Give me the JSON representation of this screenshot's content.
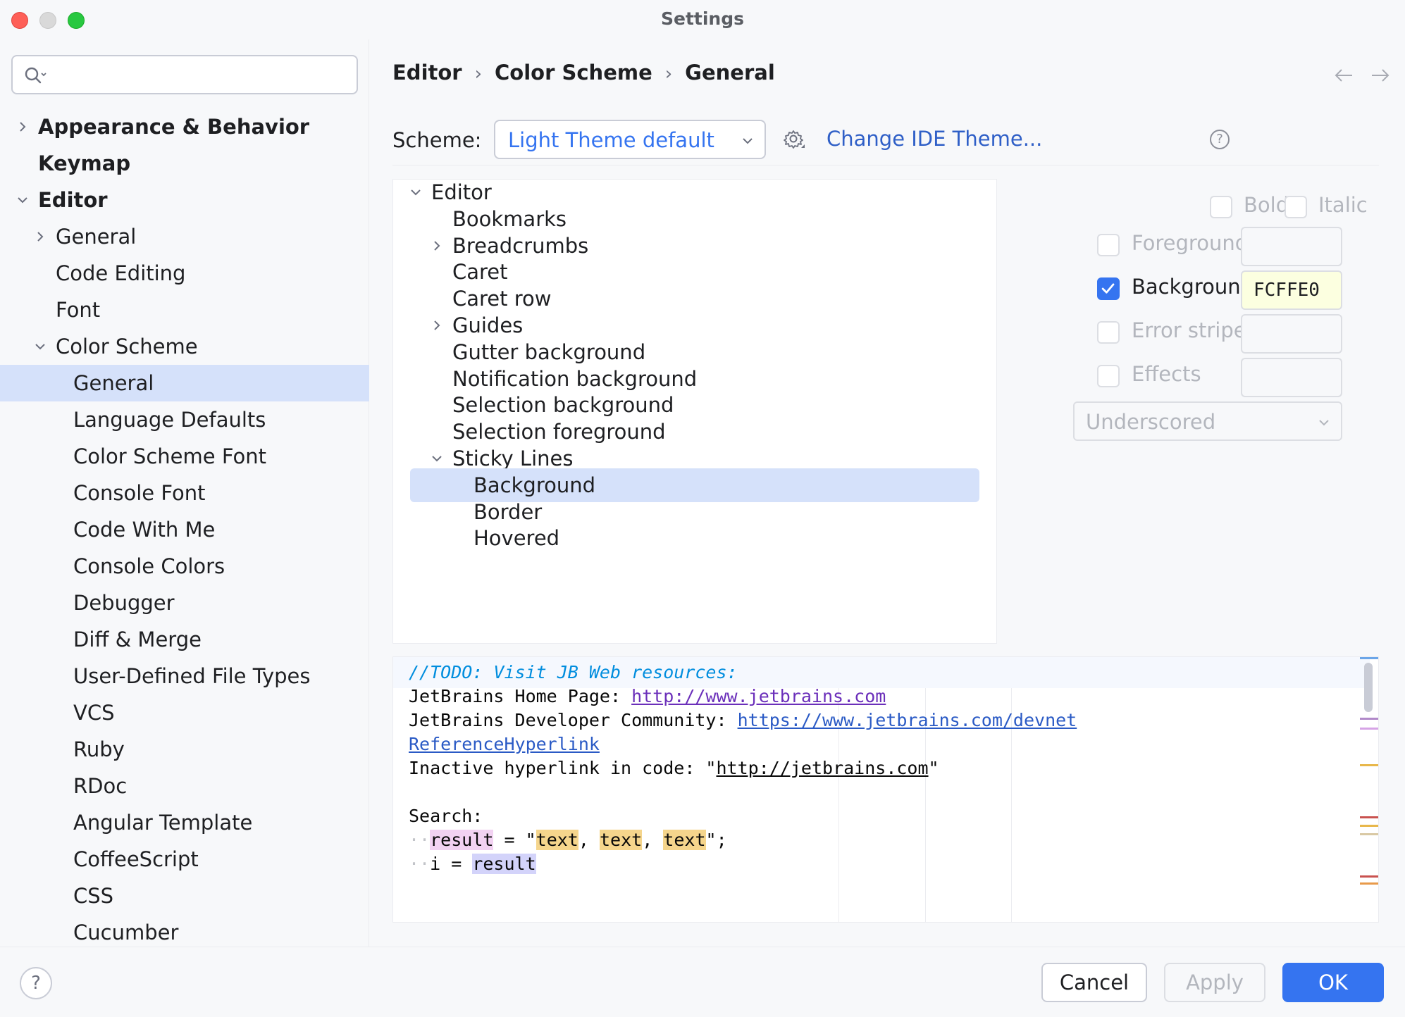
{
  "window": {
    "title": "Settings"
  },
  "sidebar": {
    "search": {
      "placeholder": "",
      "value": ""
    },
    "items": [
      {
        "label": "Appearance & Behavior",
        "chevron": "right",
        "bold": true
      },
      {
        "label": "Keymap",
        "chevron": "",
        "bold": true
      },
      {
        "label": "Editor",
        "chevron": "down",
        "bold": true
      },
      {
        "label": "General",
        "chevron": "right"
      },
      {
        "label": "Code Editing",
        "chevron": ""
      },
      {
        "label": "Font",
        "chevron": ""
      },
      {
        "label": "Color Scheme",
        "chevron": "down"
      },
      {
        "label": "General",
        "chevron": "",
        "selected": true
      },
      {
        "label": "Language Defaults"
      },
      {
        "label": "Color Scheme Font"
      },
      {
        "label": "Console Font"
      },
      {
        "label": "Code With Me"
      },
      {
        "label": "Console Colors"
      },
      {
        "label": "Debugger"
      },
      {
        "label": "Diff & Merge"
      },
      {
        "label": "User-Defined File Types"
      },
      {
        "label": "VCS"
      },
      {
        "label": "Ruby"
      },
      {
        "label": "RDoc"
      },
      {
        "label": "Angular Template"
      },
      {
        "label": "CoffeeScript"
      },
      {
        "label": "CSS"
      },
      {
        "label": "Cucumber"
      }
    ]
  },
  "breadcrumb": [
    "Editor",
    "Color Scheme",
    "General"
  ],
  "breadcrumb_separator": "›",
  "scheme": {
    "label": "Scheme:",
    "value": "Light Theme default",
    "change_theme_link": "Change IDE Theme...",
    "help": "?"
  },
  "attributes_tree": [
    {
      "label": "Editor",
      "chevron": "down"
    },
    {
      "label": "Bookmarks",
      "chevron": ""
    },
    {
      "label": "Breadcrumbs",
      "chevron": "right"
    },
    {
      "label": "Caret",
      "chevron": ""
    },
    {
      "label": "Caret row",
      "chevron": ""
    },
    {
      "label": "Guides",
      "chevron": "right"
    },
    {
      "label": "Gutter background",
      "chevron": ""
    },
    {
      "label": "Notification background",
      "chevron": ""
    },
    {
      "label": "Selection background",
      "chevron": ""
    },
    {
      "label": "Selection foreground",
      "chevron": ""
    },
    {
      "label": "Sticky Lines",
      "chevron": "down"
    },
    {
      "label": "Background",
      "chevron": "",
      "selected": true
    },
    {
      "label": "Border",
      "chevron": ""
    },
    {
      "label": "Hovered",
      "chevron": ""
    }
  ],
  "properties": {
    "bold_label": "Bold",
    "italic_label": "Italic",
    "foreground_label": "Foreground",
    "foreground_checked": false,
    "background_label": "Background",
    "background_checked": true,
    "background_value": "FCFFE0",
    "error_stripe_label": "Error stripe mark",
    "error_stripe_checked": false,
    "effects_label": "Effects",
    "effects_checked": false,
    "effect_type": "Underscored"
  },
  "preview": {
    "todo": "//TODO: Visit JB Web resources:",
    "home_label": "JetBrains Home Page: ",
    "home_url": "http://www.jetbrains.com",
    "community_label": "JetBrains Developer Community: ",
    "community_url": "https://www.jetbrains.com/devnet",
    "ref_link": "ReferenceHyperlink",
    "inactive_label": "Inactive hyperlink in code: \"",
    "inactive_url": "http://jetbrains.com",
    "inactive_end": "\"",
    "search_label": "Search:",
    "search_var": "result",
    "search_eq": " = \"",
    "search_word": "text",
    "search_comma": ", ",
    "search_end": "\";",
    "read_var": "i",
    "read_eq": " = ",
    "read_val": "result"
  },
  "colors": {
    "accent": "#3574f0",
    "selection": "#d5e1fa",
    "link": "#2f5fc7",
    "background_swatch": "#fcffe0"
  },
  "buttons": {
    "help": "?",
    "cancel": "Cancel",
    "apply": "Apply",
    "ok": "OK"
  }
}
